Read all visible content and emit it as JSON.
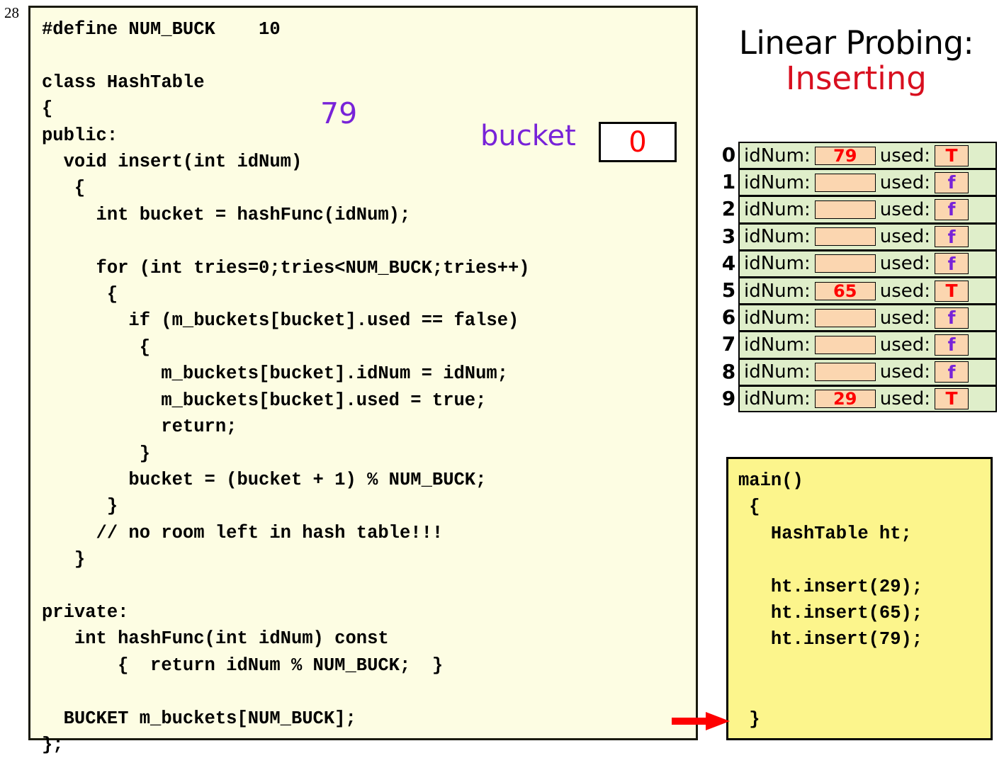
{
  "slide": {
    "number": "28"
  },
  "title": {
    "line1": "Linear Probing:",
    "line2": "Inserting",
    "line1_color": "#000000",
    "line2_color": "#d80f1f"
  },
  "code_panel": {
    "background": "#fdfde3",
    "listing": "#define NUM_BUCK    10\n\nclass HashTable\n{\npublic:\n  void insert(int idNum)\n   {\n     int bucket = hashFunc(idNum);\n\n     for (int tries=0;tries<NUM_BUCK;tries++)\n      {\n        if (m_buckets[bucket].used == false)\n         {\n           m_buckets[bucket].idNum = idNum;\n           m_buckets[bucket].used = true;\n           return;\n         }\n        bucket = (bucket + 1) % NUM_BUCK;\n      }\n     // no room left in hash table!!!\n   }\n\nprivate:\n   int hashFunc(int idNum) const\n       {  return idNum % NUM_BUCK;  }\n\n  BUCKET m_buckets[NUM_BUCK];\n};"
  },
  "annotations": {
    "idnum_value": "79",
    "idnum_value_color": "#7823d8",
    "bucket_label": "bucket",
    "bucket_label_color": "#7823d8",
    "bucket_value": "0",
    "bucket_value_color": "#fe0000"
  },
  "hash_table": {
    "row_background": "#dfeeca",
    "box_background": "#fbd6b0",
    "idnum_label": "idNum:",
    "used_label": "used:",
    "used_true_text": "T",
    "used_false_text": "f",
    "used_true_color": "#fe0000",
    "used_false_color": "#7823d8",
    "rows": [
      {
        "index": "0",
        "idNum": "79",
        "used": "T",
        "filled": true
      },
      {
        "index": "1",
        "idNum": "",
        "used": "f",
        "filled": false
      },
      {
        "index": "2",
        "idNum": "",
        "used": "f",
        "filled": false
      },
      {
        "index": "3",
        "idNum": "",
        "used": "f",
        "filled": false
      },
      {
        "index": "4",
        "idNum": "",
        "used": "f",
        "filled": false
      },
      {
        "index": "5",
        "idNum": "65",
        "used": "T",
        "filled": true
      },
      {
        "index": "6",
        "idNum": "",
        "used": "f",
        "filled": false
      },
      {
        "index": "7",
        "idNum": "",
        "used": "f",
        "filled": false
      },
      {
        "index": "8",
        "idNum": "",
        "used": "f",
        "filled": false
      },
      {
        "index": "9",
        "idNum": "29",
        "used": "T",
        "filled": true
      }
    ]
  },
  "main_panel": {
    "background": "#fcf58c",
    "listing": "main()\n {\n   HashTable ht;\n\n   ht.insert(29);\n   ht.insert(65);\n   ht.insert(79);\n\n\n }"
  },
  "exec_pointer": {
    "color": "#fe0000",
    "points_to": "}"
  }
}
